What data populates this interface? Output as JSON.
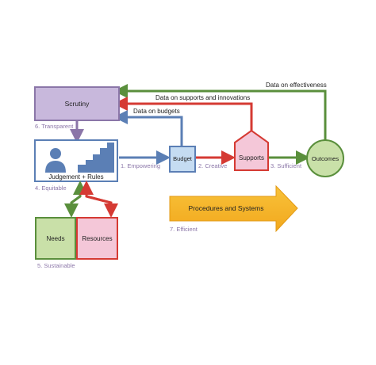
{
  "nodes": {
    "scrutiny": "Scrutiny",
    "judgement": "Judgement + Rules",
    "budget": "Budget",
    "supports": "Supports",
    "outcomes": "Outcomes",
    "needs": "Needs",
    "resources": "Resources",
    "procedures": "Procedures and Systems"
  },
  "flows": {
    "effectiveness": "Data on effectiveness",
    "supports_innovations": "Data on supports and innovations",
    "budgets": "Data on  budgets"
  },
  "principles": {
    "transparent": "6. Transparent",
    "equitable": "4. Equitable",
    "empowering": "1. Empowering",
    "creative": "2. Creative",
    "sufficient": "3. Sufficient",
    "sustainable": "5. Sustainable",
    "efficient": "7. Efficient"
  },
  "colors": {
    "green": "#5a8f3c",
    "red": "#d53a33",
    "blue": "#5b7fb5",
    "purple": "#8b76a8",
    "label": "#8b76a8"
  },
  "icons": {
    "person": "person-icon",
    "stairs": "stairs-chart-icon"
  }
}
